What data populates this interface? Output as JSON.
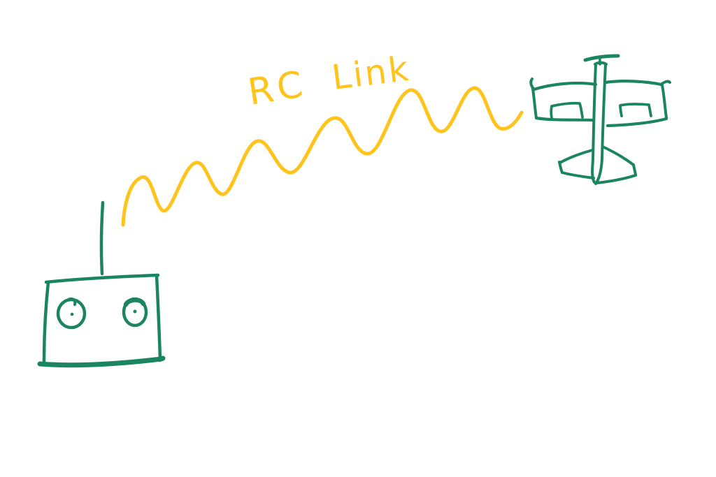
{
  "colors": {
    "ink_green": "#1B8560",
    "ink_yellow": "#FFC41C",
    "canvas_white": "#FFFFFF"
  },
  "annotation": {
    "rc_label": "RC",
    "link_label": "Link"
  },
  "sketch": {
    "elements": [
      {
        "name": "rc-transmitter",
        "description": "hand-drawn RC transmitter box with antenna and two control sticks"
      },
      {
        "name": "rc-link-wave",
        "description": "yellow wavy radio-signal line rising from transmitter antenna to airplane"
      },
      {
        "name": "airplane",
        "description": "hand-drawn top-view RC airplane with propeller, wings, ailerons and tail"
      }
    ]
  }
}
